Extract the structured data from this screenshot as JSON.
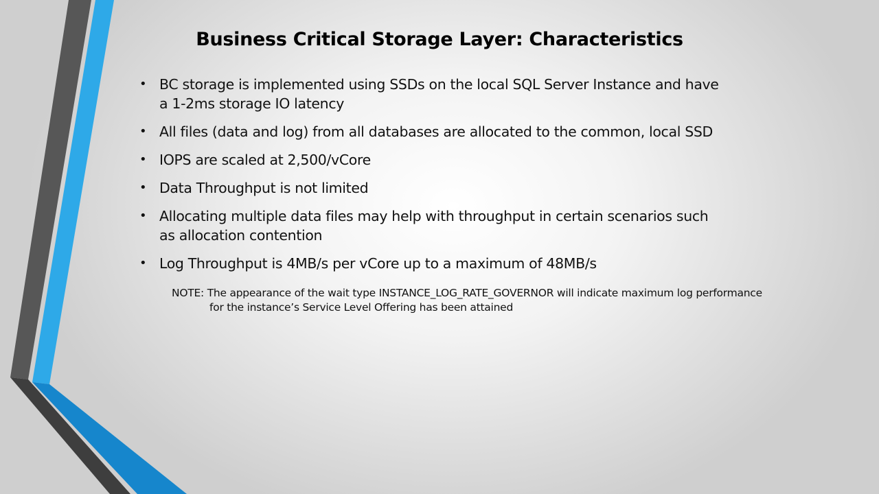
{
  "slide": {
    "title": "Business Critical Storage Layer: Characteristics",
    "bullets": [
      "BC storage is implemented using SSDs on the local SQL Server Instance and have a 1-2ms storage IO latency",
      "All files (data and log) from all databases are allocated to the common, local SSD",
      "IOPS are scaled at 2,500/vCore",
      "Data Throughput is not limited",
      "Allocating multiple data files may help with throughput in certain scenarios such as allocation contention",
      "Log Throughput is 4MB/s per vCore up to a maximum of 48MB/s"
    ],
    "bullet_symbol": "•",
    "note": "NOTE: The appearance of the wait type INSTANCE_LOG_RATE_GOVERNOR will indicate maximum log performance for the instance’s Service Level Offering has been attained"
  },
  "colors": {
    "accent_blue": "#2ea9e8",
    "accent_blue_dark": "#1282c6",
    "stripe_gray": "#555555",
    "stripe_dark": "#3a3a3a"
  }
}
